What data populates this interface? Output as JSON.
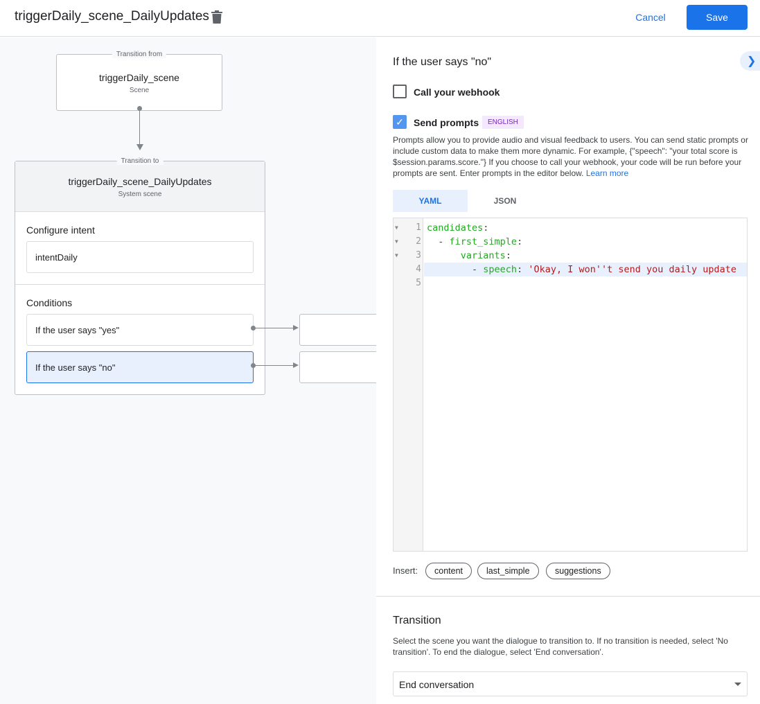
{
  "header": {
    "title": "triggerDaily_scene_DailyUpdates",
    "cancel_label": "Cancel",
    "save_label": "Save"
  },
  "canvas": {
    "from": {
      "label": "Transition from",
      "name": "triggerDaily_scene",
      "type": "Scene"
    },
    "to": {
      "label": "Transition to",
      "name": "triggerDaily_scene_DailyUpdates",
      "type": "System scene",
      "intent_heading": "Configure intent",
      "intent": "intentDaily",
      "conditions_heading": "Conditions",
      "conditions": [
        "If the user says \"yes\"",
        "If the user says \"no\""
      ]
    }
  },
  "panel": {
    "title": "If the user says \"no\"",
    "webhook": {
      "label": "Call your webhook",
      "checked": false
    },
    "prompts": {
      "label": "Send prompts",
      "checked": true,
      "badge": "ENGLISH",
      "description": "Prompts allow you to provide audio and visual feedback to users. You can send static prompts or include custom data to make them more dynamic. For example, {\"speech\": \"your total score is $session.params.score.\"} If you choose to call your webhook, your code will be run before your prompts are sent. Enter prompts in the editor below.",
      "learn_more": "Learn more"
    },
    "tabs": [
      {
        "label": "YAML",
        "active": true
      },
      {
        "label": "JSON",
        "active": false
      }
    ],
    "code": {
      "line_numbers": [
        "1",
        "2",
        "3",
        "4",
        "5"
      ],
      "lines": [
        {
          "indent": "",
          "key": "candidates",
          "sep": ":",
          "value": ""
        },
        {
          "indent": "  - ",
          "key": "first_simple",
          "sep": ":",
          "value": ""
        },
        {
          "indent": "      ",
          "key": "variants",
          "sep": ":",
          "value": ""
        },
        {
          "indent": "        - ",
          "key": "speech",
          "sep": ": ",
          "value": "'Okay, I won''t send you daily update"
        },
        {
          "indent": "",
          "key": "",
          "sep": "",
          "value": ""
        }
      ]
    },
    "insert": {
      "label": "Insert:",
      "chips": [
        "content",
        "last_simple",
        "suggestions"
      ]
    },
    "transition": {
      "title": "Transition",
      "description": "Select the scene you want the dialogue to transition to. If no transition is needed, select 'No transition'. To end the dialogue, select 'End conversation'.",
      "selected": "End conversation"
    }
  }
}
